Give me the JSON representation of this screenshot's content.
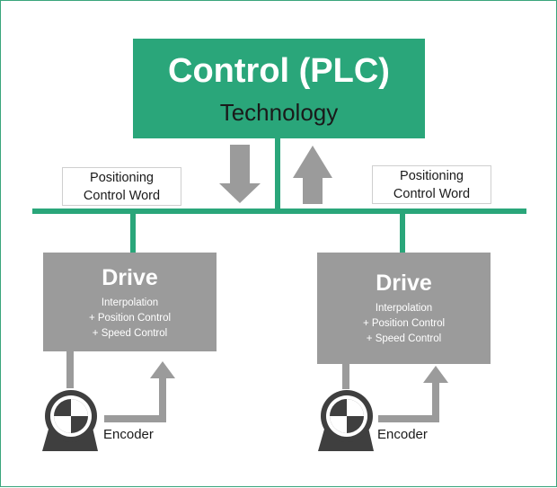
{
  "plc": {
    "title": "Control (PLC)",
    "subtitle": "Technology"
  },
  "control_word": {
    "line1": "Positioning",
    "line2": "Control Word"
  },
  "drive": {
    "title": "Drive",
    "line1": "Interpolation",
    "line2": "+ Position Control",
    "line3": "+ Speed Control"
  },
  "encoder_label": "Encoder",
  "colors": {
    "accent": "#2aa67a",
    "drive_box": "#9b9b9b",
    "arrow": "#9b9b9b",
    "border": "#3aa57c"
  },
  "icons": {
    "motor": "motor-icon",
    "arrows": [
      "arrow-down-icon",
      "arrow-up-icon",
      "arrow-feedback-icon"
    ]
  }
}
